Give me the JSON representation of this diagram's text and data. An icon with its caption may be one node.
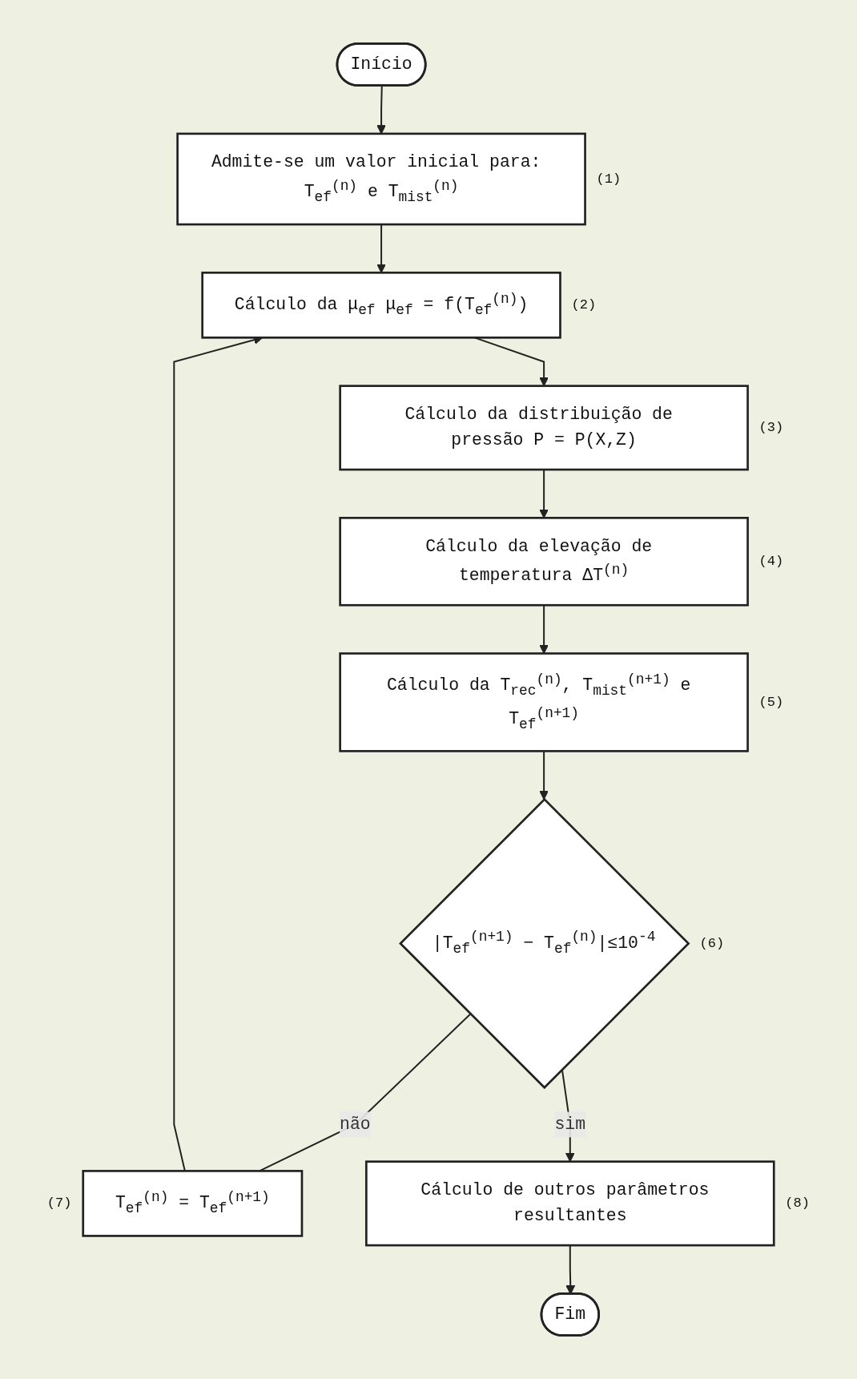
{
  "diagram": {
    "nodes": [
      {
        "text": [
          "Início"
        ]
      },
      {
        "text": [
          "Admite-se um valor inicial para: T$_{ef}$$^{(n)}$ e T$_{mist}$$^{(n)}$"
        ],
        "beside": [
          "(1)"
        ]
      },
      {
        "text": [
          "Cálculo da μ$_{ef}$ μ$_{ef}$ = f(T$_{ef}$$^{(n)}$)"
        ],
        "beside": [
          "(2)"
        ]
      },
      {
        "text": [
          "Cálculo da distribuição de pressão P = P(X,Z)"
        ],
        "beside": [
          "(3)"
        ]
      },
      {
        "text": [
          "Cálculo da elevação de temperatura ΔT$^{(n)}$"
        ],
        "beside": [
          "(4)"
        ]
      },
      {
        "text": [
          "Cálculo da T$_{rec}$$^{(n)}$, T$_{mist}$$^{(n+1)}$ e T$_{ef}$$^{(n+1)}$"
        ],
        "beside": [
          "(5)"
        ]
      },
      {
        "text": [
          "|T$_{ef}$$^{(n+1)}$ − T$_{ef}$$^{(n)}$|≤10$^{-4}$"
        ],
        "beside": [
          "(6)"
        ]
      },
      {
        "text": [
          "T$_{ef}$$^{(n)}$ = T$_{ef}$$^{(n+1)}$"
        ],
        "beside": [
          "(7)"
        ]
      },
      {
        "text": [
          "Cálculo de outros parâmetros resultantes"
        ],
        "beside": [
          "(8)"
        ]
      },
      {
        "text": [
          "Fim"
        ]
      }
    ],
    "edges": [
      {
        "from": 0,
        "to": 1,
        "arrow": "to"
      },
      {
        "from": 1,
        "to": 2,
        "arrow": "to"
      },
      {
        "from": 2,
        "to": 3,
        "arrow": "to"
      },
      {
        "from": 3,
        "to": 4,
        "arrow": "to"
      },
      {
        "from": 4,
        "to": 5,
        "arrow": "to"
      },
      {
        "from": 5,
        "to": 6,
        "arrow": "to"
      },
      {
        "from": 6,
        "to": 7,
        "label": "não",
        "arrow": "none"
      },
      {
        "from": 7,
        "to": 2,
        "arrow": "to"
      },
      {
        "from": 6,
        "to": 8,
        "label": "sim",
        "arrow": "to"
      },
      {
        "from": 8,
        "to": 9,
        "arrow": "to"
      }
    ]
  }
}
